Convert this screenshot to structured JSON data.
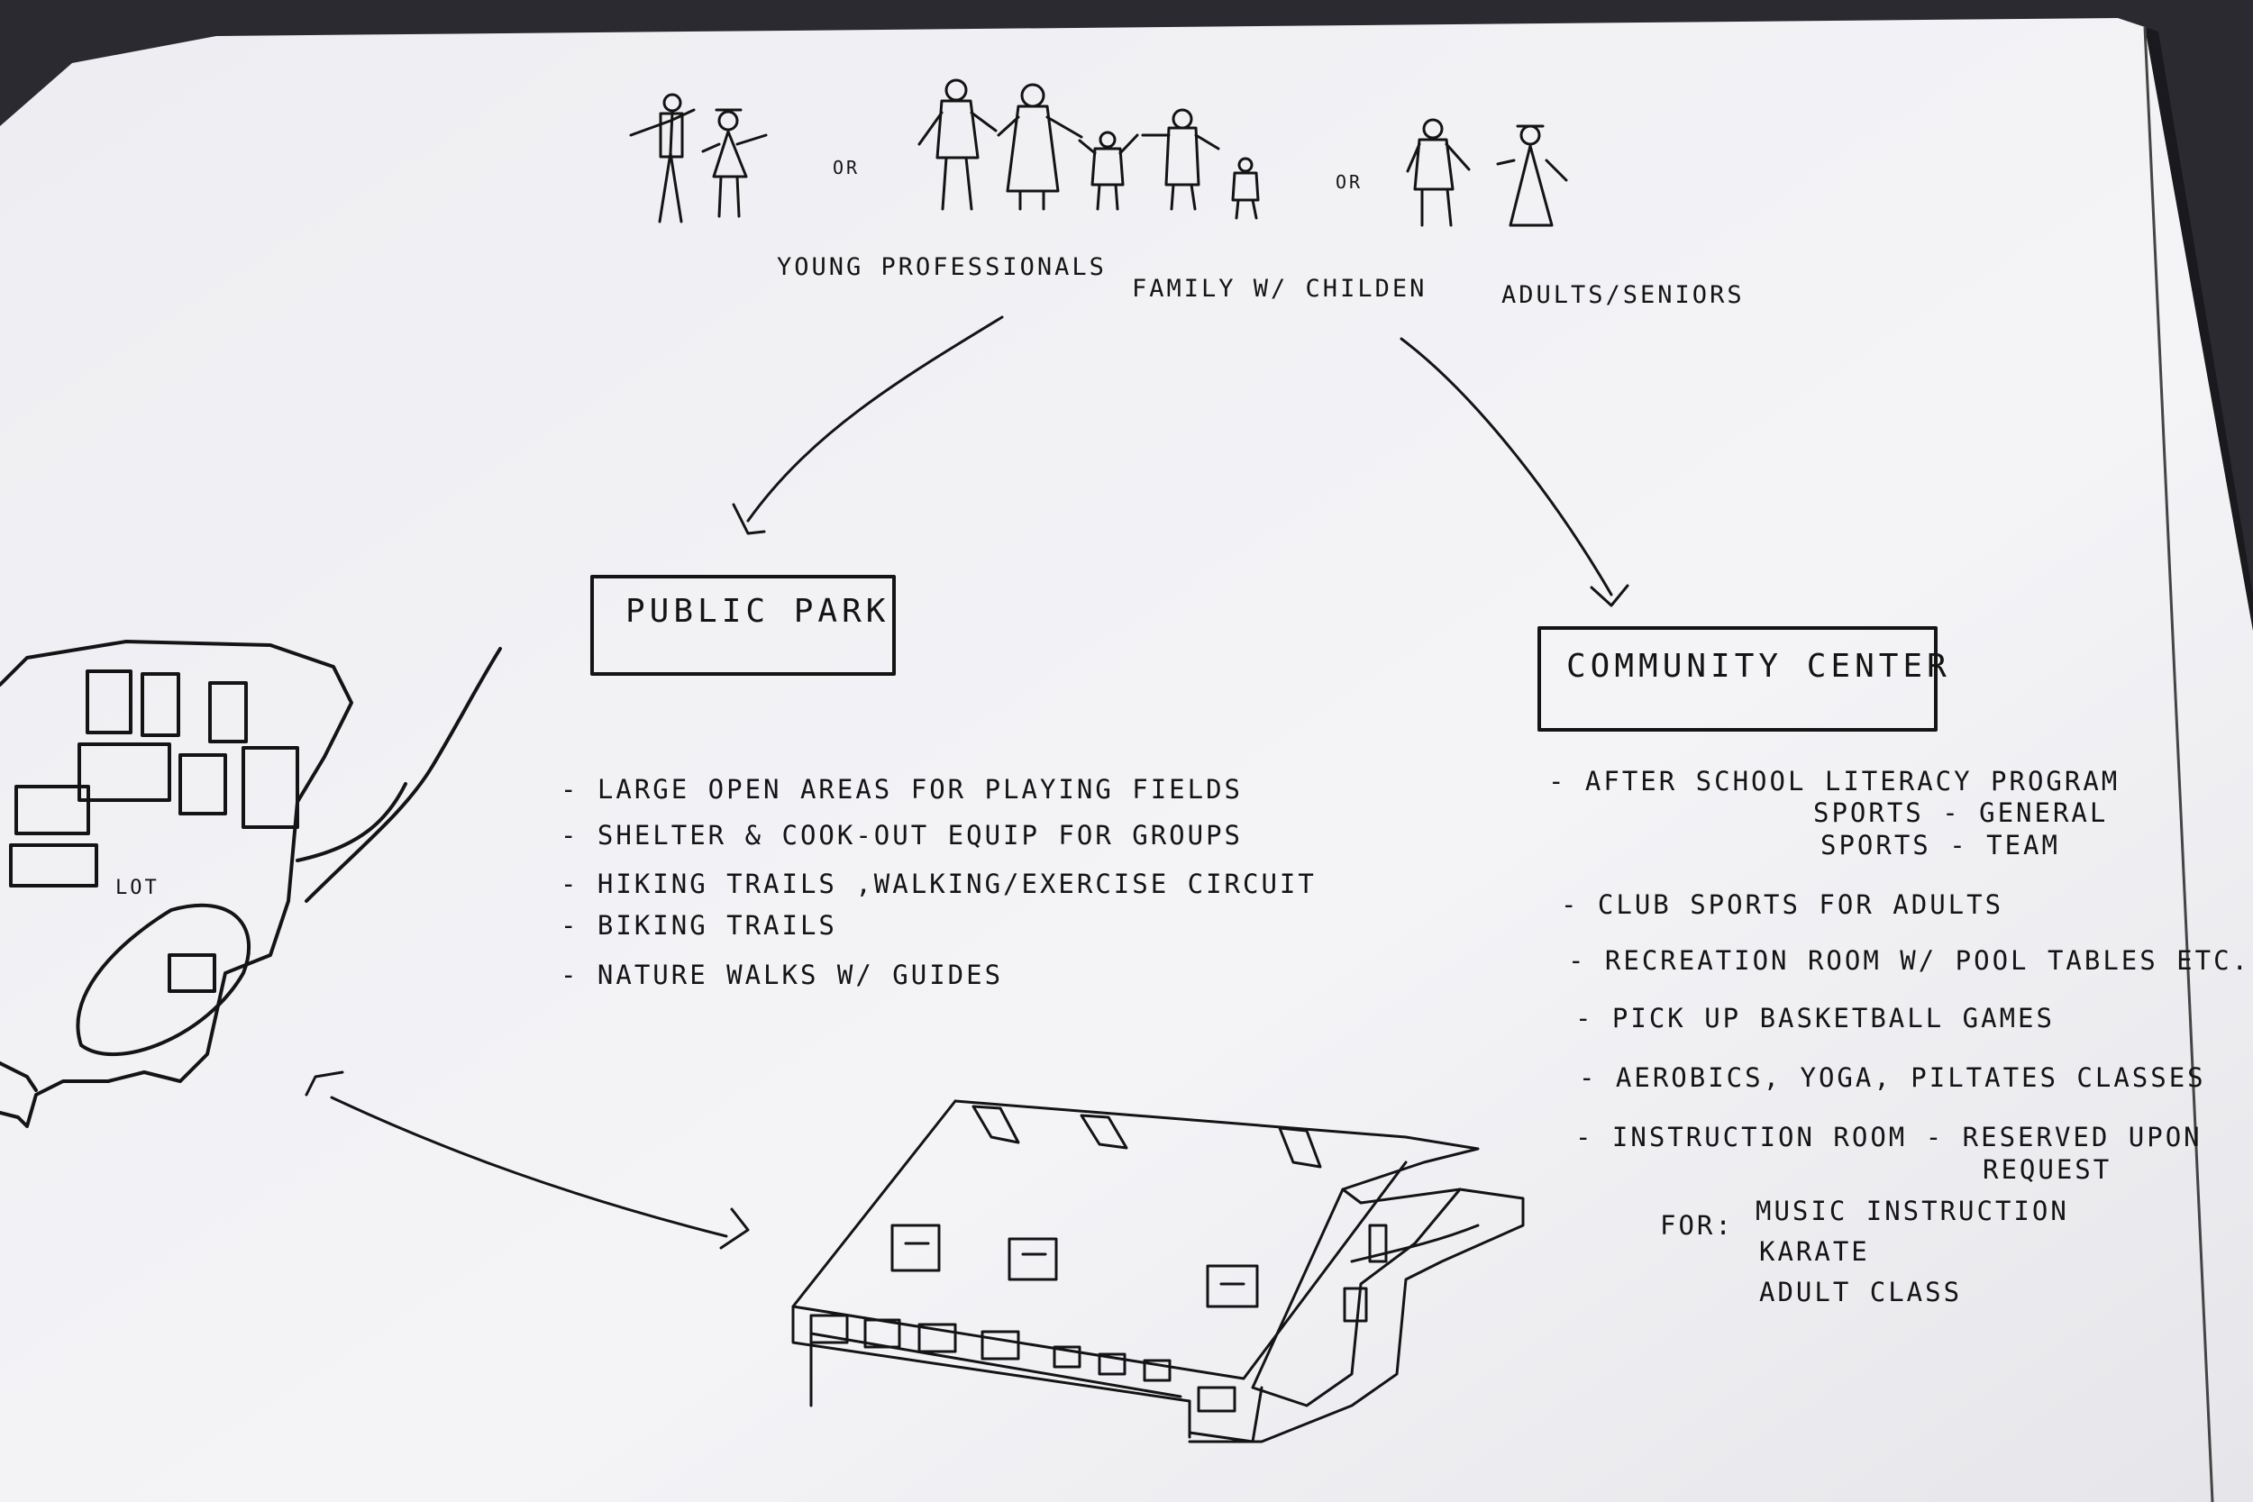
{
  "groups": {
    "young": "Young Professionals",
    "family": "Family w/ Childen",
    "adults": "Adults/Seniors",
    "or_1": "or",
    "or_2": "or"
  },
  "public_park": {
    "title": "Public Park",
    "items": [
      "- Large open areas for playing fields",
      "- Shelter & cook-out equip for groups",
      "- Hiking trails ,walking/exercise circuit",
      "- Biking trails",
      "- Nature walks w/ guides"
    ]
  },
  "community_center": {
    "title": "Community Center",
    "after_school": "- After school literacy program",
    "after_school_sub": [
      "Sports - General",
      "Sports - Team"
    ],
    "items": [
      "- Club sports for adults",
      "- Recreation room w/ pool tables etc...",
      "- Pick up basketball games",
      "- Aerobics, yoga, piltates classes",
      "- Instruction room - reserved upon"
    ],
    "instruction_cont": "request",
    "for_label": "For:",
    "for_items": [
      "Music instruction",
      "Karate",
      "Adult class"
    ]
  },
  "site_plan": {
    "lot_label": "Lot"
  },
  "colors": {
    "paper": "#f3f3f6",
    "ink": "#141414",
    "backdrop": "#2a2a30"
  }
}
